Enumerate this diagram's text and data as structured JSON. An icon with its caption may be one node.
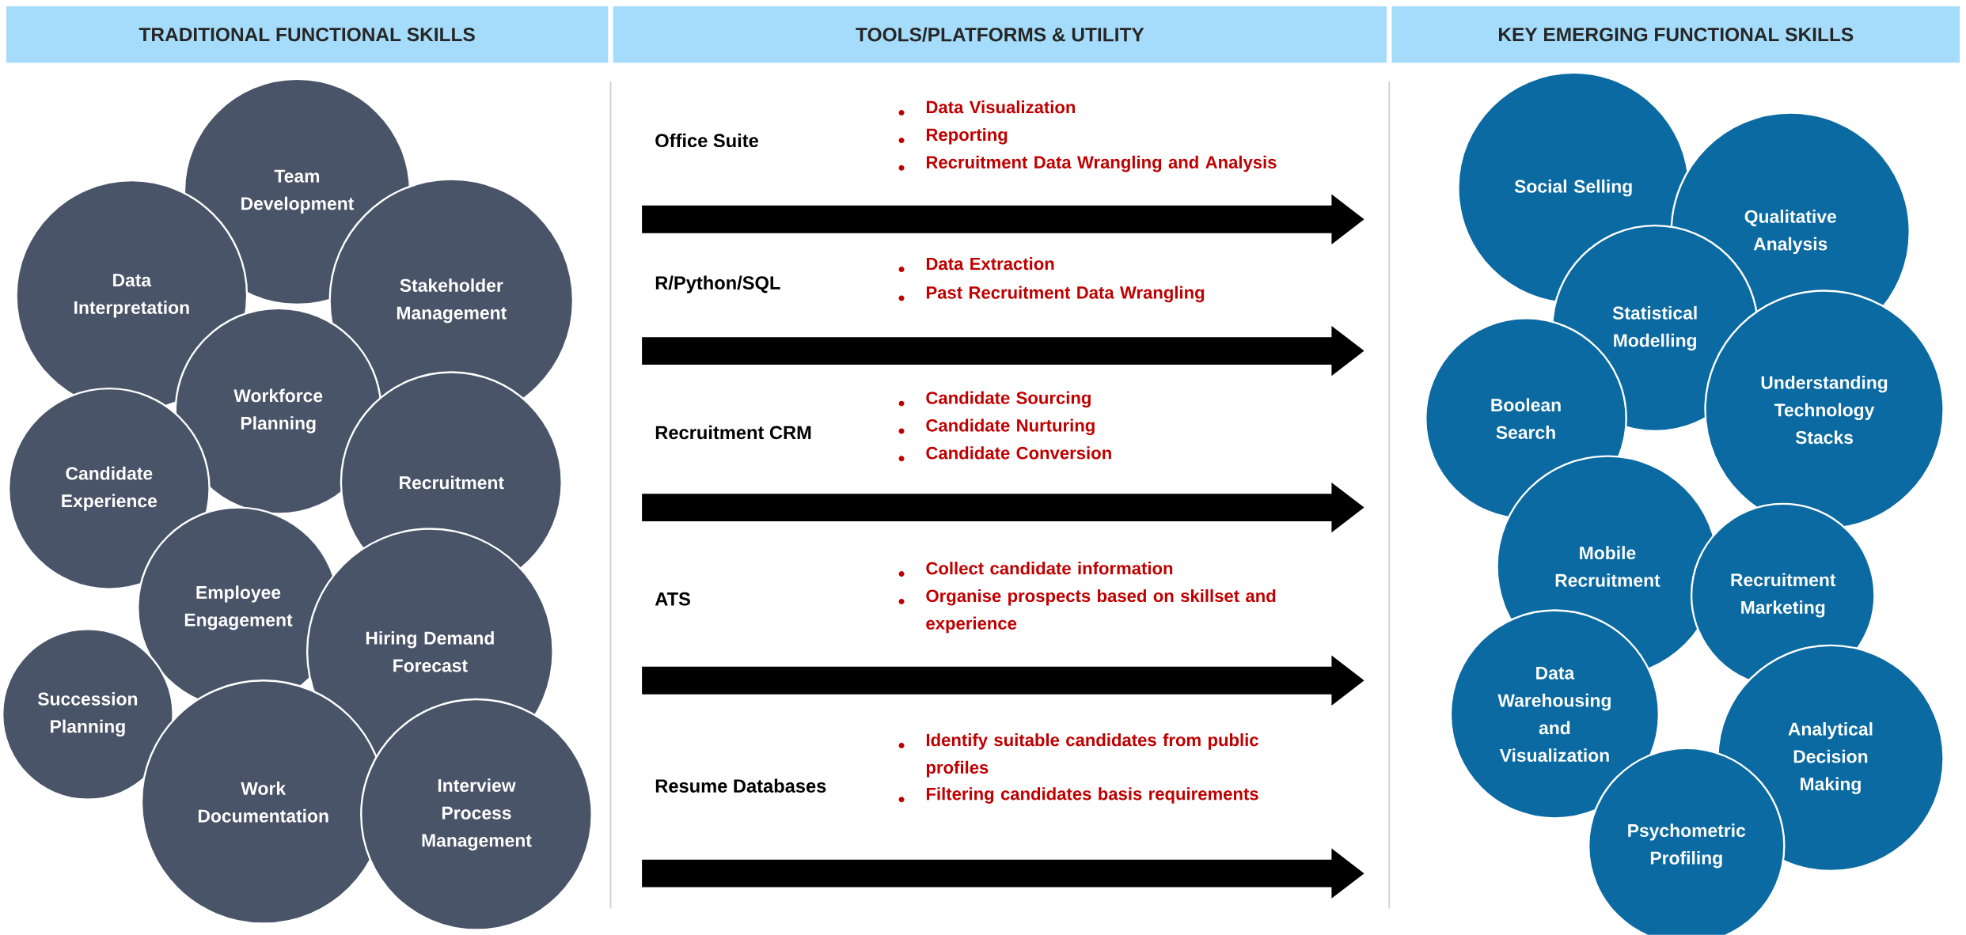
{
  "diagram": {
    "nodes": [
      {
        "text": [
          "TRADITIONAL FUNCTIONAL SKILLS"
        ]
      },
      {
        "text": [
          "TOOLS/PLATFORMS & UTILITY"
        ]
      },
      {
        "text": [
          "KEY EMERGING FUNCTIONAL SKILLS"
        ]
      },
      {
        "text": [
          "Team Development"
        ]
      },
      {
        "text": [
          "Data Interpretation"
        ]
      },
      {
        "text": [
          "Stakeholder Management"
        ]
      },
      {
        "text": [
          "Workforce Planning"
        ]
      },
      {
        "text": [
          "Candidate Experience"
        ]
      },
      {
        "text": [
          "Recruitment"
        ]
      },
      {
        "text": [
          "Employee Engagement"
        ]
      },
      {
        "text": [
          "Hiring Demand Forecast"
        ]
      },
      {
        "text": [
          "Succession Planning"
        ]
      },
      {
        "text": [
          "Work Documentation"
        ]
      },
      {
        "text": [
          "Interview Process Management"
        ]
      },
      {
        "text": [
          "Social Selling"
        ]
      },
      {
        "text": [
          "Qualitative Analysis"
        ]
      },
      {
        "text": [
          "Statistical Modelling"
        ]
      },
      {
        "text": [
          "Boolean Search"
        ]
      },
      {
        "text": [
          "Understanding Technology Stacks"
        ]
      },
      {
        "text": [
          "Mobile Recruitment"
        ]
      },
      {
        "text": [
          "Recruitment Marketing"
        ]
      },
      {
        "text": [
          "Data Warehousing and Visualization"
        ]
      },
      {
        "text": [
          "Analytical Decision Making"
        ]
      },
      {
        "text": [
          "Psychometric Profiling"
        ]
      }
    ],
    "labels": [
      "Office Suite",
      "Data Visualization",
      "Reporting",
      "Recruitment Data Wrangling and Analysis",
      "R/Python/SQL",
      "Data Extraction",
      "Past Recruitment Data Wrangling",
      "Recruitment CRM",
      "Candidate Sourcing",
      "Candidate Nurturing",
      "Candidate Conversion",
      "ATS",
      "Collect candidate information",
      "Organise prospects based on skillset and experience",
      "Resume Databases",
      "Identify suitable candidates from public profiles",
      "Filtering candidates basis requirements"
    ]
  }
}
